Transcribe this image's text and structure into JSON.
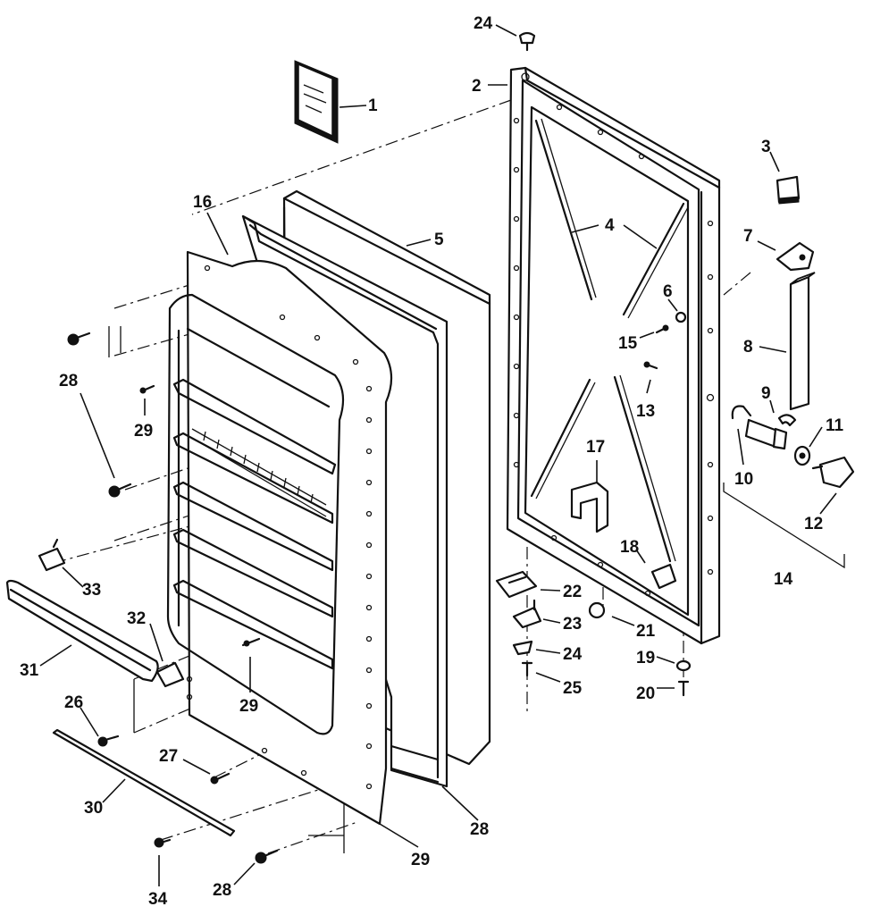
{
  "diagram": {
    "type": "exploded parts view",
    "callouts": [
      {
        "id": "c1",
        "label": "1"
      },
      {
        "id": "c2",
        "label": "2"
      },
      {
        "id": "c3",
        "label": "3"
      },
      {
        "id": "c4",
        "label": "4"
      },
      {
        "id": "c5",
        "label": "5"
      },
      {
        "id": "c6",
        "label": "6"
      },
      {
        "id": "c7",
        "label": "7"
      },
      {
        "id": "c8",
        "label": "8"
      },
      {
        "id": "c9",
        "label": "9"
      },
      {
        "id": "c10",
        "label": "10"
      },
      {
        "id": "c11",
        "label": "11"
      },
      {
        "id": "c12",
        "label": "12"
      },
      {
        "id": "c13",
        "label": "13"
      },
      {
        "id": "c14",
        "label": "14"
      },
      {
        "id": "c15",
        "label": "15"
      },
      {
        "id": "c16",
        "label": "16"
      },
      {
        "id": "c17",
        "label": "17"
      },
      {
        "id": "c18",
        "label": "18"
      },
      {
        "id": "c19",
        "label": "19"
      },
      {
        "id": "c20",
        "label": "20"
      },
      {
        "id": "c21",
        "label": "21"
      },
      {
        "id": "c22",
        "label": "22"
      },
      {
        "id": "c23",
        "label": "23"
      },
      {
        "id": "c24a",
        "label": "24"
      },
      {
        "id": "c24b",
        "label": "24"
      },
      {
        "id": "c25",
        "label": "25"
      },
      {
        "id": "c26",
        "label": "26"
      },
      {
        "id": "c27",
        "label": "27"
      },
      {
        "id": "c28a",
        "label": "28"
      },
      {
        "id": "c28b",
        "label": "28"
      },
      {
        "id": "c28c",
        "label": "28"
      },
      {
        "id": "c29a",
        "label": "29"
      },
      {
        "id": "c29b",
        "label": "29"
      },
      {
        "id": "c29c",
        "label": "29"
      },
      {
        "id": "c30",
        "label": "30"
      },
      {
        "id": "c31",
        "label": "31"
      },
      {
        "id": "c32",
        "label": "32"
      },
      {
        "id": "c33",
        "label": "33"
      },
      {
        "id": "c34",
        "label": "34"
      }
    ]
  }
}
